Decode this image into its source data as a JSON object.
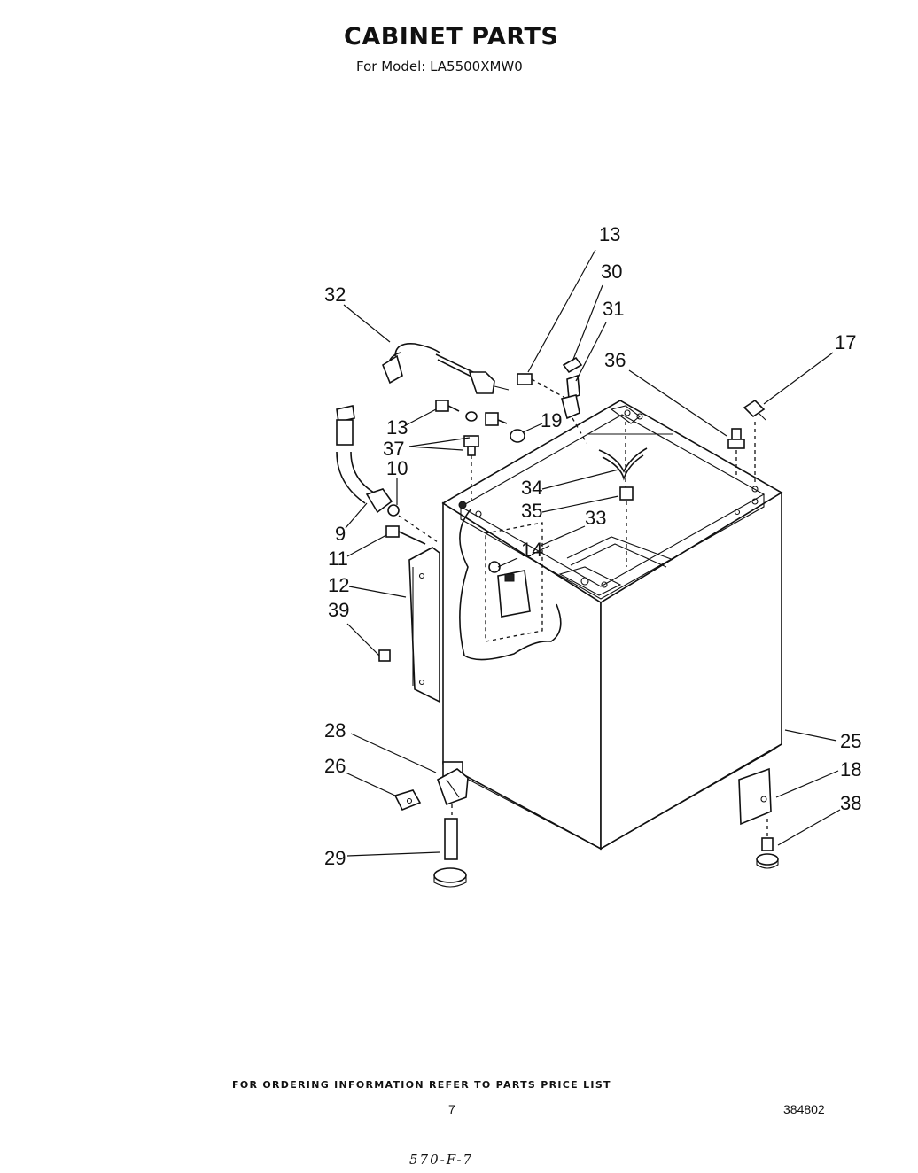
{
  "header": {
    "title": "CABINET PARTS",
    "subtitle": "For Model: LA5500XMW0"
  },
  "diagram": {
    "callouts": [
      {
        "id": "c13a",
        "label": "13"
      },
      {
        "id": "c30",
        "label": "30"
      },
      {
        "id": "c31",
        "label": "31"
      },
      {
        "id": "c32",
        "label": "32"
      },
      {
        "id": "c17",
        "label": "17"
      },
      {
        "id": "c36",
        "label": "36"
      },
      {
        "id": "c13b",
        "label": "13"
      },
      {
        "id": "c19",
        "label": "19"
      },
      {
        "id": "c37",
        "label": "37"
      },
      {
        "id": "c10",
        "label": "10"
      },
      {
        "id": "c34",
        "label": "34"
      },
      {
        "id": "c35",
        "label": "35"
      },
      {
        "id": "c33",
        "label": "33"
      },
      {
        "id": "c9",
        "label": "9"
      },
      {
        "id": "c11",
        "label": "11"
      },
      {
        "id": "c14",
        "label": "14"
      },
      {
        "id": "c12",
        "label": "12"
      },
      {
        "id": "c39",
        "label": "39"
      },
      {
        "id": "c28",
        "label": "28"
      },
      {
        "id": "c25",
        "label": "25"
      },
      {
        "id": "c26",
        "label": "26"
      },
      {
        "id": "c18",
        "label": "18"
      },
      {
        "id": "c38",
        "label": "38"
      },
      {
        "id": "c29",
        "label": "29"
      }
    ]
  },
  "footer": {
    "note": "FOR ORDERING INFORMATION REFER TO PARTS PRICE LIST",
    "page_number": "7",
    "document_number": "384802",
    "handwritten_code": "570-F-7"
  }
}
